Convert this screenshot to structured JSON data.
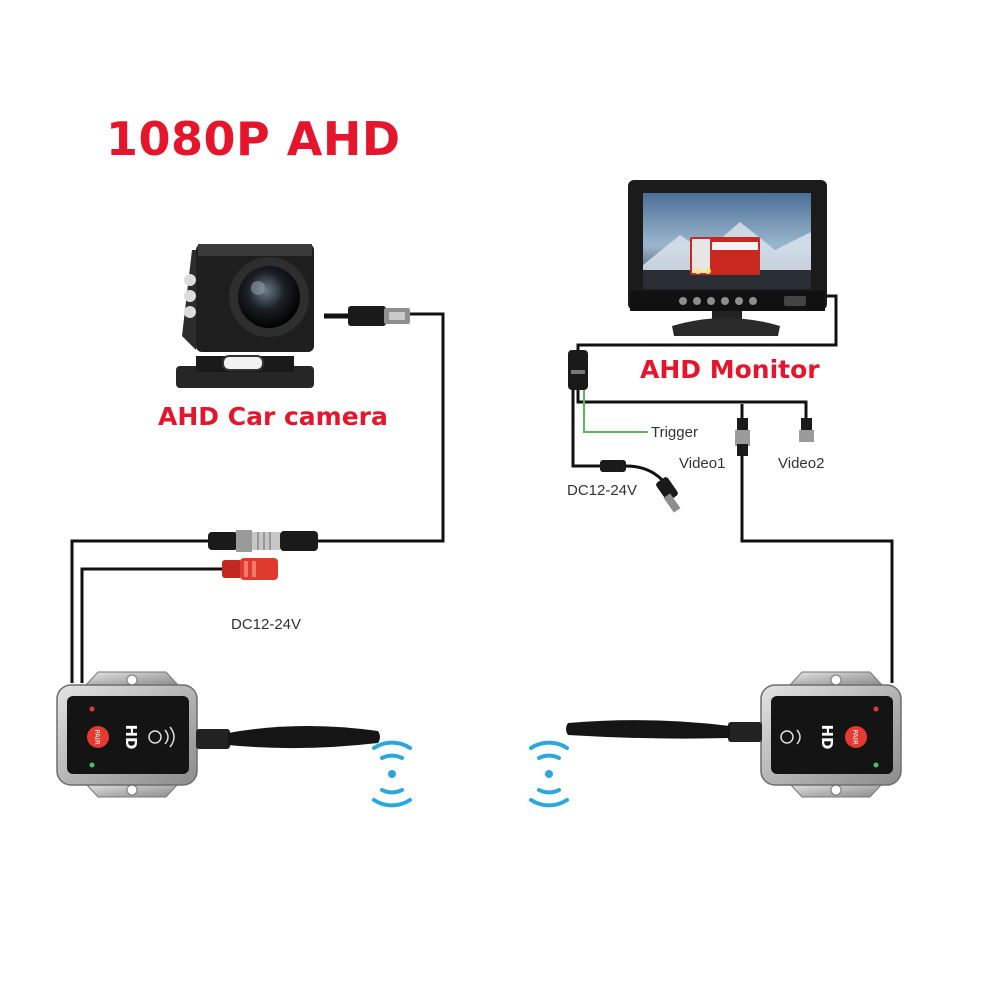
{
  "title": "1080P AHD",
  "camera": {
    "label": "AHD Car camera"
  },
  "monitor": {
    "label": "AHD Monitor",
    "trigger_label": "Trigger",
    "video1_label": "Video1",
    "video2_label": "Video2",
    "power_label": "DC12-24V"
  },
  "camera_power": {
    "label": "DC12-24V"
  },
  "transmitter": {
    "hd_text": "HD",
    "pair_text": "PAIR"
  },
  "receiver": {
    "hd_text": "HD",
    "pair_text": "PAIR"
  },
  "colors": {
    "title_red": "#e5162b",
    "cable": "#111111",
    "trigger_green": "#5cb85c",
    "wifi_blue": "#29a8e0",
    "red_plug": "#e03a2e",
    "unit_metal": "#b8b8b8"
  }
}
